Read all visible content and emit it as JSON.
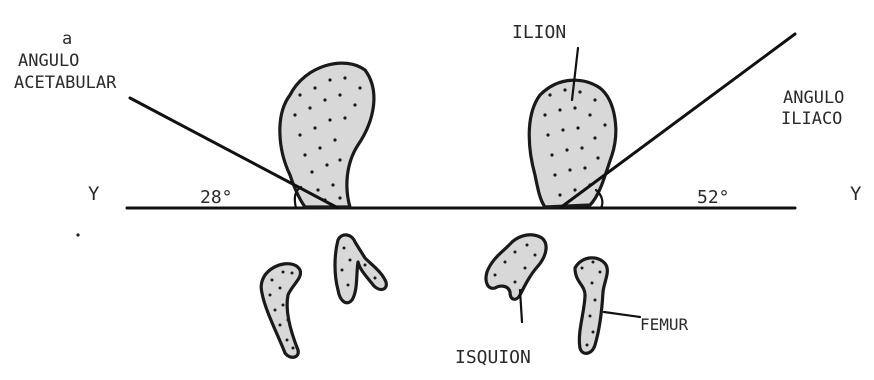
{
  "labels": {
    "left_angle_prefix": "a",
    "left_angle_line1": "ANGULO",
    "left_angle_line2": "ACETABULAR",
    "right_angle_line1": "ANGULO",
    "right_angle_line2": "ILIACO",
    "ilion": "ILION",
    "isquion": "ISQUION",
    "femur": "FEMUR",
    "axis_left": "Y",
    "axis_right": "Y",
    "angle_left_value": "28°",
    "angle_right_value": "52°"
  }
}
